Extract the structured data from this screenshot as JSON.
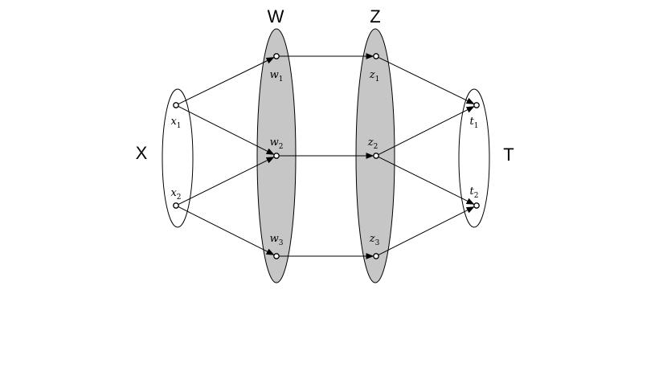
{
  "sets": [
    {
      "id": "X",
      "label": "X",
      "shaded": false
    },
    {
      "id": "W",
      "label": "W",
      "shaded": true
    },
    {
      "id": "Z",
      "label": "Z",
      "shaded": true
    },
    {
      "id": "T",
      "label": "T",
      "shaded": false
    }
  ],
  "nodes": [
    {
      "id": "x1",
      "set": "X",
      "base": "x",
      "sub": "1"
    },
    {
      "id": "x2",
      "set": "X",
      "base": "x",
      "sub": "2"
    },
    {
      "id": "w1",
      "set": "W",
      "base": "w",
      "sub": "1"
    },
    {
      "id": "w2",
      "set": "W",
      "base": "w",
      "sub": "2"
    },
    {
      "id": "w3",
      "set": "W",
      "base": "w",
      "sub": "3"
    },
    {
      "id": "z1",
      "set": "Z",
      "base": "z",
      "sub": "1"
    },
    {
      "id": "z2",
      "set": "Z",
      "base": "z",
      "sub": "2"
    },
    {
      "id": "z3",
      "set": "Z",
      "base": "z",
      "sub": "3"
    },
    {
      "id": "t1",
      "set": "T",
      "base": "t",
      "sub": "1"
    },
    {
      "id": "t2",
      "set": "T",
      "base": "t",
      "sub": "2"
    }
  ],
  "edges": [
    {
      "from": "x1",
      "to": "w1"
    },
    {
      "from": "x1",
      "to": "w2"
    },
    {
      "from": "x2",
      "to": "w2"
    },
    {
      "from": "x2",
      "to": "w3"
    },
    {
      "from": "w1",
      "to": "z1"
    },
    {
      "from": "w2",
      "to": "z2"
    },
    {
      "from": "w3",
      "to": "z3"
    },
    {
      "from": "z1",
      "to": "t1"
    },
    {
      "from": "z2",
      "to": "t1"
    },
    {
      "from": "z2",
      "to": "t2"
    },
    {
      "from": "z3",
      "to": "t2"
    }
  ],
  "colors": {
    "shaded_fill": "#c6c6c6",
    "stroke": "#000000",
    "node_fill": "#ffffff"
  }
}
